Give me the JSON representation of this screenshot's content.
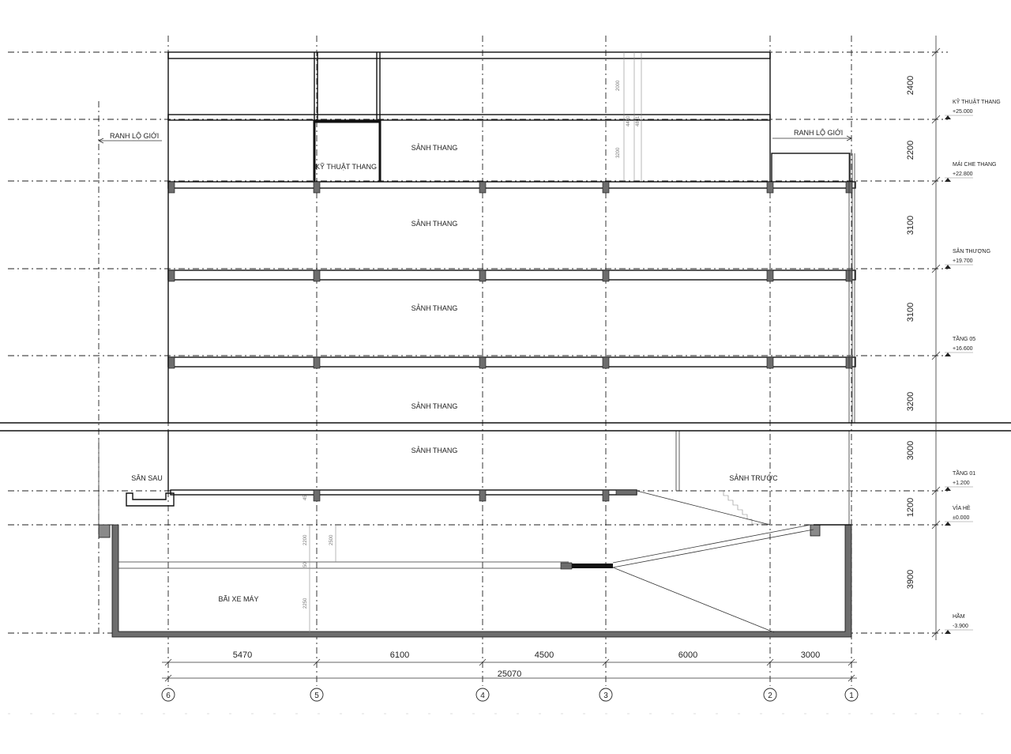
{
  "labels": {
    "ranh_lo_gioi_left": "RANH LỘ GIỚI",
    "ranh_lo_gioi_right": "RANH LỘ GIỚI",
    "ky_thuat_thang": "KỸ THUẬT THANG",
    "sanh_thang": "SẢNH THANG",
    "san_sau": "SÂN SAU",
    "sanh_truoc": "SẢNH TRƯỚC",
    "bai_xe_may": "BÃI XE MÁY"
  },
  "levels": [
    {
      "name": "KỸ THUẬT THANG",
      "elev": "+25.000"
    },
    {
      "name": "MÁI CHE THANG",
      "elev": "+22.800"
    },
    {
      "name": "SÂN THƯỢNG",
      "elev": "+19.700"
    },
    {
      "name": "TẦNG 05",
      "elev": "+16.600"
    },
    {
      "name": "TẦNG 01",
      "elev": "+1.200"
    },
    {
      "name": "VỈA HÈ",
      "elev": "±0.000"
    },
    {
      "name": "HẦM",
      "elev": "-3.900"
    }
  ],
  "height_dims": [
    "2400",
    "2200",
    "3100",
    "3100",
    "3200",
    "3000",
    "1200",
    "3900"
  ],
  "span_dims": [
    "5470",
    "6100",
    "4500",
    "6000",
    "3000"
  ],
  "total_span": "25070",
  "grid_axes": [
    "6",
    "5",
    "4",
    "3",
    "2",
    "1"
  ],
  "small_dims": [
    "2000",
    "4400",
    "4801",
    "3200",
    "2200",
    "2500",
    "2250",
    "50",
    "45"
  ]
}
